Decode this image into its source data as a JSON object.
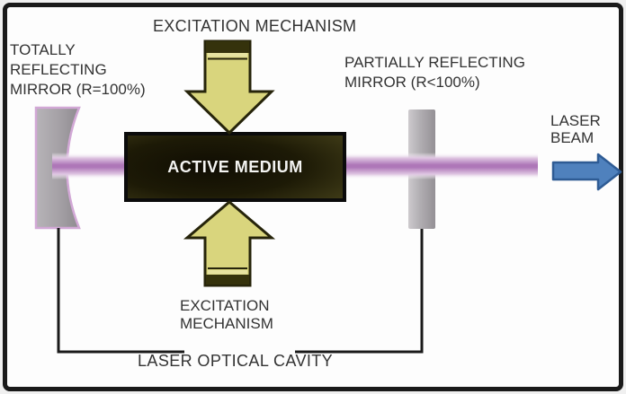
{
  "diagram": {
    "subject": "laser-optical-cavity-schematic"
  },
  "labels": {
    "excitation_top": "EXCITATION MECHANISM",
    "mirror_left": [
      "TOTALLY",
      "REFLECTING",
      "MIRROR (R=100%)"
    ],
    "active_medium": "ACTIVE MEDIUM",
    "mirror_right": [
      "PARTIALLY REFLECTING",
      "MIRROR (R<100%)"
    ],
    "laser_beam": [
      "LASER",
      "BEAM"
    ],
    "excitation_bottom": [
      "EXCITATION",
      "MECHANISM"
    ],
    "optical_cavity": "LASER OPTICAL CAVITY"
  },
  "icons": {
    "excitation_arrow_top": "arrow-down",
    "excitation_arrow_bottom": "arrow-up",
    "laser_output_arrow": "arrow-right"
  },
  "colors": {
    "arrow_fill": "#d9d57d",
    "arrow_outline": "#26240a",
    "arrow_cap": "#35320c",
    "arrow_stripe": "#e6e2a0",
    "laser_arrow_fill": "#4f81bd",
    "laser_arrow_outline": "#2e5b94",
    "beam_core": "#ae77b8",
    "beam_soft": "#dfc6e2",
    "mirror_gray": "#a9a5aa",
    "box_border": "#0b0b0b",
    "bracket": "#1a1a1a",
    "text": "#333333",
    "frame": "#1a1a1a"
  }
}
